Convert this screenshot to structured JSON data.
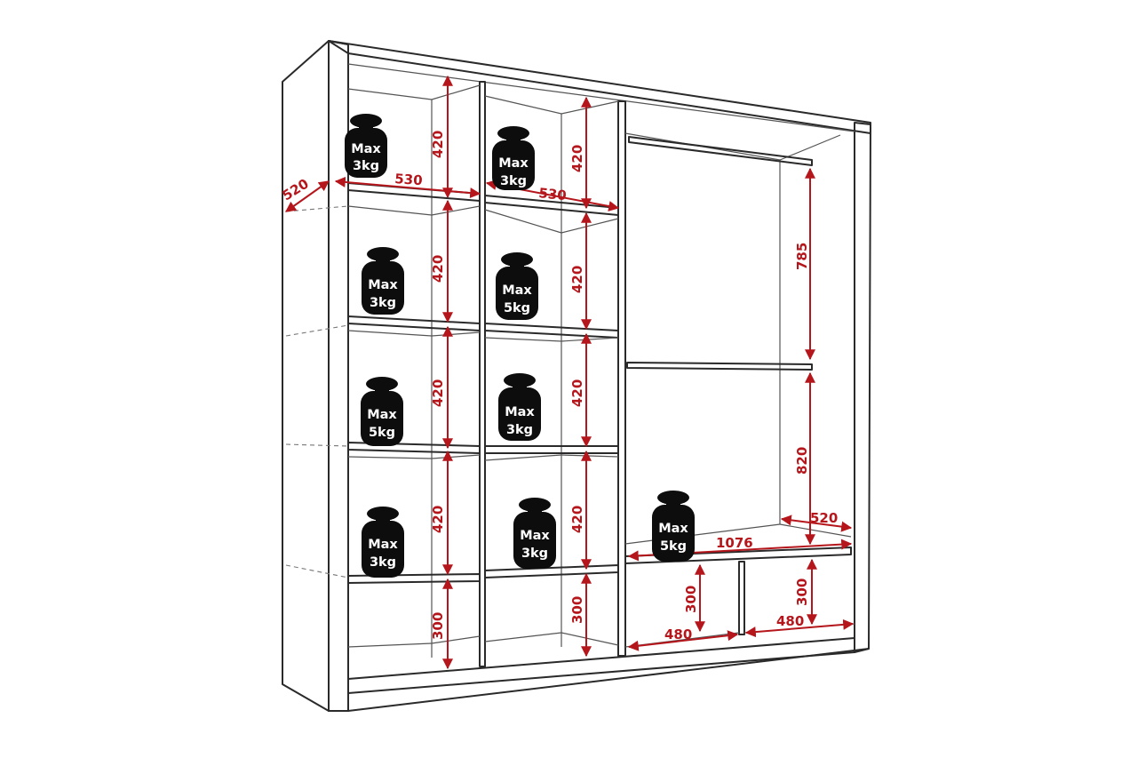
{
  "colors": {
    "dimension": "#b5161b",
    "outline": "#2a2a2a",
    "weight": "#0d0d0d",
    "weight_text": "#ffffff"
  },
  "dimensions": {
    "depth_side": "520",
    "left_column_width": "530",
    "middle_column_width": "530",
    "left_shelf_heights": [
      "420",
      "420",
      "420",
      "420",
      "300"
    ],
    "middle_shelf_heights": [
      "420",
      "420",
      "420",
      "420",
      "300"
    ],
    "upper_hanging_height": "785",
    "lower_hanging_height": "820",
    "right_shelf_depth": "520",
    "right_shelf_width": "1076",
    "bottom_drawer_height_left": "300",
    "bottom_drawer_height_right": "300",
    "bottom_drawer_width_left": "480",
    "bottom_drawer_width_right": "480"
  },
  "weights": [
    {
      "line1": "Max",
      "line2": "3kg"
    },
    {
      "line1": "Max",
      "line2": "3kg"
    },
    {
      "line1": "Max",
      "line2": "3kg"
    },
    {
      "line1": "Max",
      "line2": "5kg"
    },
    {
      "line1": "Max",
      "line2": "5kg"
    },
    {
      "line1": "Max",
      "line2": "3kg"
    },
    {
      "line1": "Max",
      "line2": "3kg"
    },
    {
      "line1": "Max",
      "line2": "3kg"
    },
    {
      "line1": "Max",
      "line2": "5kg"
    }
  ]
}
